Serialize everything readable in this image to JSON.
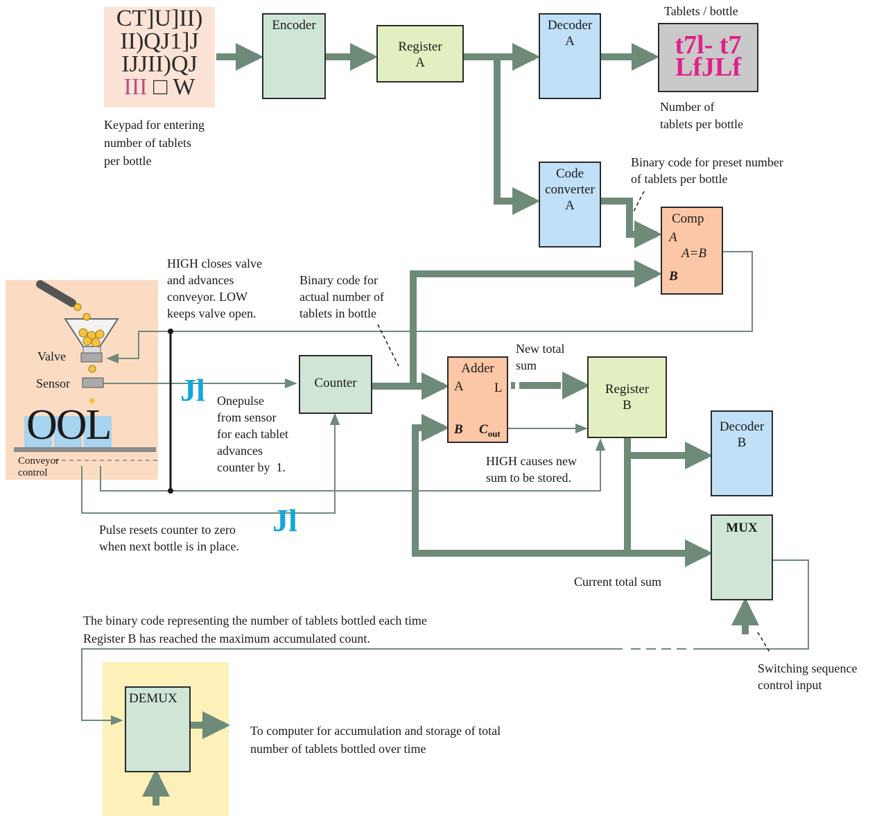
{
  "keypad": {
    "keys": [
      "CT]U]II)",
      "II)QJ1]J",
      "IJJII)QJ",
      "III",
      "□",
      "W"
    ],
    "caption": "Keypad for entering\nnumber of tablets\nper bottle"
  },
  "blocks": {
    "encoder": "Encoder",
    "register_a": "Register\nA",
    "decoder_a": "Decoder\nA",
    "code_converter": "Code\nconverter\nA",
    "comp_title": "Comp",
    "comp_a": "A",
    "comp_eq": "A=B",
    "comp_b": "B",
    "counter": "Counter",
    "adder_title": "Adder",
    "adder_a": "A",
    "adder_l": "L",
    "adder_b": "B",
    "adder_cout": "C",
    "adder_cout_sub": "out",
    "register_b": "Register\nB",
    "decoder_b": "Decoder\nB",
    "mux": "MUX",
    "demux": "DEMUX"
  },
  "display": {
    "header": "Tablets / bottle",
    "line1": "t7l- t7",
    "line2": "LfJLf",
    "caption": "Number of\ntablets per bottle"
  },
  "machine": {
    "valve": "Valve",
    "sensor": "Sensor",
    "bottles": "OOL",
    "conveyor": "Conveyor\ncontrol"
  },
  "pulses": [
    "Jl",
    "Jl"
  ],
  "annotations": {
    "binary_preset": "Binary code for preset number\nof tablets per bottle",
    "high_closes": "HIGH closes valve\nand advances\nconveyor. LOW\nkeeps valve open.",
    "binary_actual": "Binary code for\nactual number of\ntablets in bottle",
    "new_total": "New total\nsum",
    "onepulse": "Onepulse\nfrom sensor\nfor each tablet\nadvances\ncounter by  1.",
    "high_causes": "HIGH causes new\nsum to be stored.",
    "pulse_resets": "Pulse resets counter to zero\nwhen next bottle is in place.",
    "current_total": "Current total sum",
    "binary_bottled": "The binary code representing the number of tablets bottled each time\nRegister B has reached the maximum accumulated count.",
    "switching": "Switching sequence\ncontrol input",
    "to_computer": "To computer for accumulation and storage of total\nnumber of tablets bottled over time"
  },
  "colors": {
    "bus": "#6e8a79",
    "pulse_blue": "#15a6d9",
    "display_magenta": "#e0218a",
    "machine_bg": "#fbdcc3",
    "demux_bg": "#fdf0b8"
  }
}
